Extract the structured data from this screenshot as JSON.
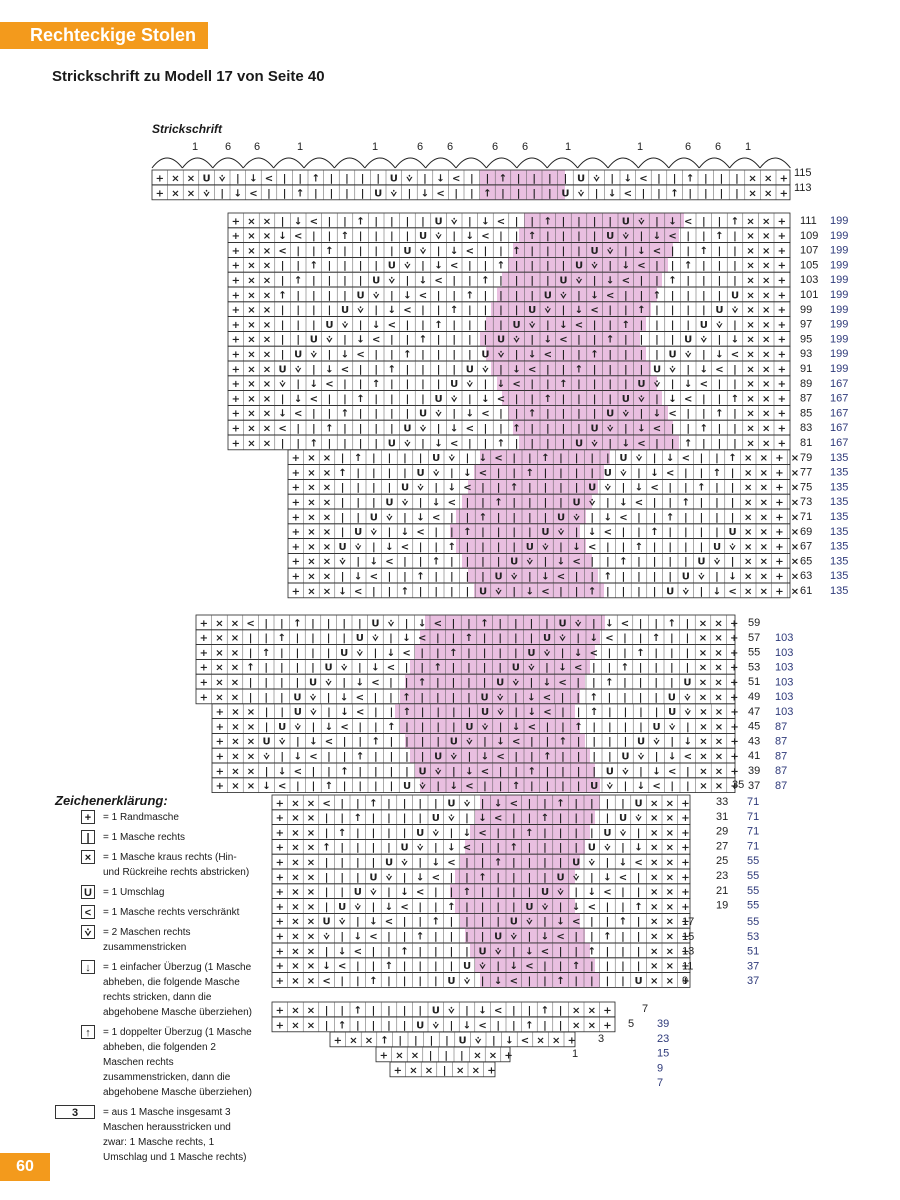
{
  "header": {
    "section": "Rechteckige Stolen"
  },
  "subtitle": "Strickschrift zu Modell 17 von Seite 40",
  "chart_label": "Strickschrift",
  "top_stitch_numbers": [
    "1",
    "6",
    "6",
    "1",
    "1",
    "6",
    "6",
    "6",
    "6",
    "1",
    "1",
    "6",
    "6",
    "1"
  ],
  "row_numbers_inner": [
    "115",
    "113",
    "111",
    "109",
    "107",
    "105",
    "103",
    "101",
    "99",
    "97",
    "95",
    "93",
    "91",
    "89",
    "87",
    "85",
    "83",
    "81",
    "79",
    "77",
    "75",
    "73",
    "71",
    "69",
    "67",
    "65",
    "63",
    "61",
    "59",
    "57",
    "55",
    "53",
    "51",
    "49",
    "47",
    "45",
    "43",
    "41",
    "39",
    "37",
    "35",
    "33",
    "31",
    "29",
    "27",
    "25",
    "23",
    "21",
    "19",
    "17",
    "15",
    "13",
    "11",
    "9",
    "7",
    "5",
    "3",
    "1"
  ],
  "row_numbers_outer": [
    "199",
    "199",
    "199",
    "199",
    "199",
    "199",
    "199",
    "199",
    "199",
    "199",
    "199",
    "167",
    "167",
    "167",
    "167",
    "167",
    "135",
    "135",
    "135",
    "135",
    "135",
    "135",
    "135",
    "135",
    "135",
    "135",
    "103",
    "103",
    "103",
    "103",
    "103",
    "103",
    "87",
    "87",
    "87",
    "87",
    "87",
    "71",
    "71",
    "71",
    "71",
    "55",
    "55",
    "55",
    "55",
    "55",
    "53",
    "51",
    "37",
    "37",
    "39",
    "23",
    "15",
    "9",
    "7"
  ],
  "stitch_count_labels": [
    "15",
    "7"
  ],
  "legend": {
    "title": "Zeichenerklärung:",
    "items": [
      {
        "symbol": "+",
        "text": "= 1 Randmasche"
      },
      {
        "symbol": "|",
        "text": "= 1 Masche rechts"
      },
      {
        "symbol": "×",
        "text": "= 1 Masche kraus rechts (Hin- und Rückreihe rechts abstricken)"
      },
      {
        "symbol": "U",
        "text": "= 1 Umschlag"
      },
      {
        "symbol": "<",
        "text": "= 1 Masche rechts verschränkt"
      },
      {
        "symbol": "⩒",
        "text": "= 2 Maschen rechts zusammenstricken"
      },
      {
        "symbol": "↓",
        "text": "= 1 einfacher Überzug (1 Masche abheben, die folgende Masche rechts stricken, dann die abgehobene Masche überziehen)"
      },
      {
        "symbol": "↑",
        "text": "= 1 doppelter Überzug (1 Masche abheben, die folgenden 2 Maschen rechts zusammenstricken, dann die abgehobene Masche überziehen)"
      },
      {
        "symbol": "3",
        "text": "= aus 1 Masche insgesamt 3 Maschen herausstricken und zwar: 1 Masche rechts, 1 Umschlag und 1 Masche rechts)"
      }
    ]
  },
  "colors": {
    "accent": "#f39a1c",
    "pattern_fill": "#e9bfe0",
    "outer_numbers": "#2e3a7a"
  },
  "page_number": "60"
}
